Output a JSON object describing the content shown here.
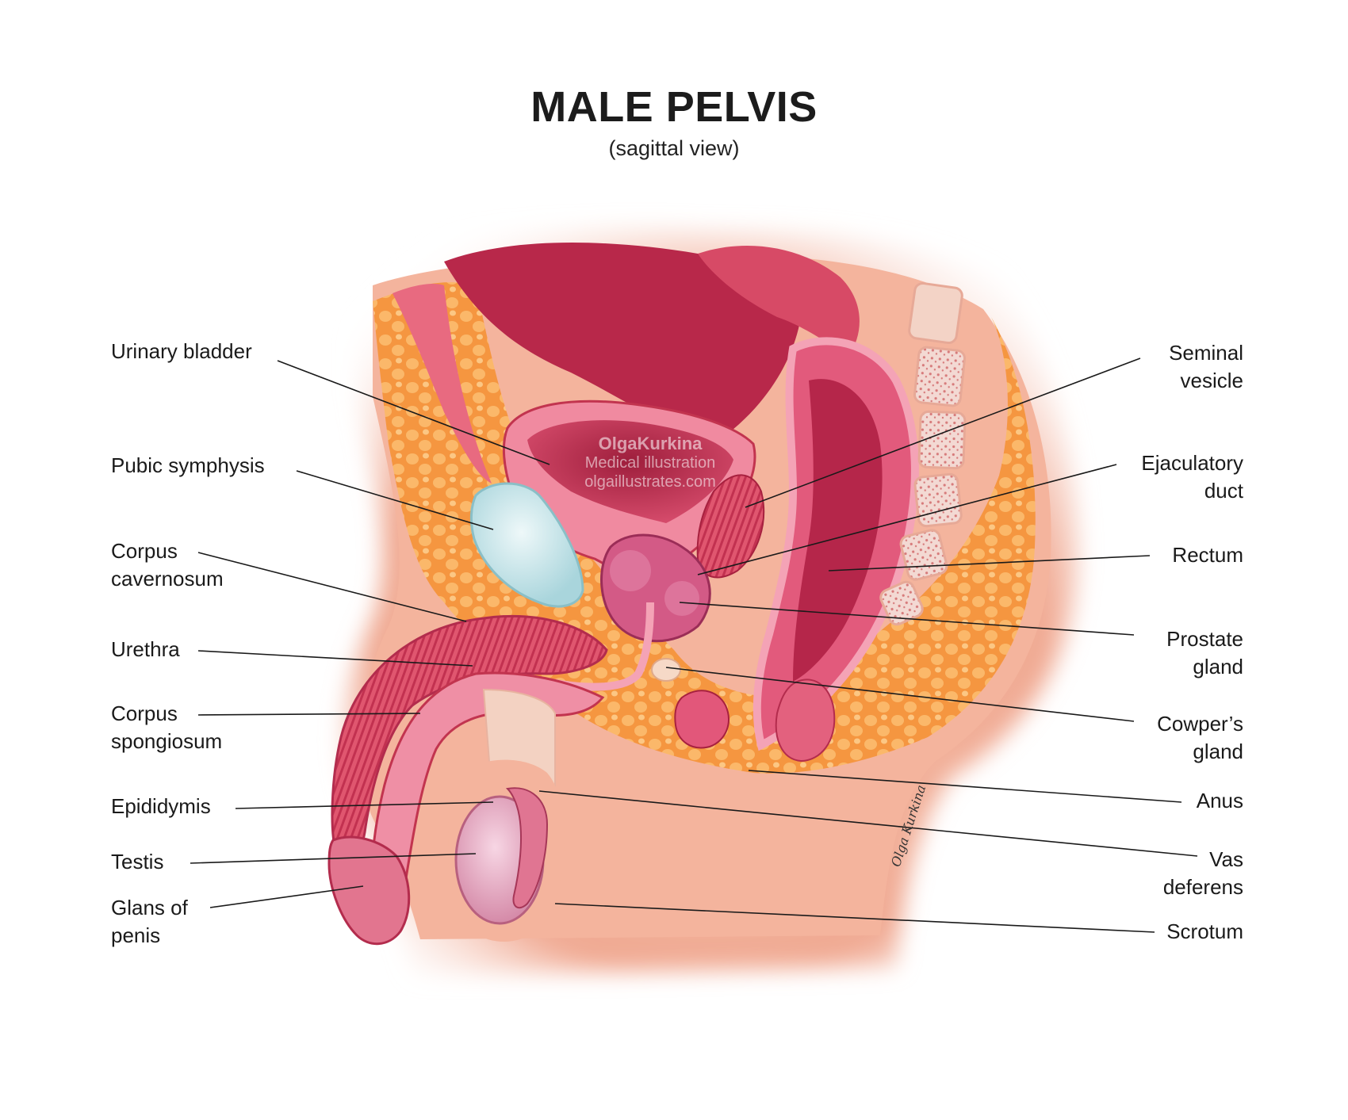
{
  "header": {
    "title": "MALE PELVIS",
    "subtitle": "(sagittal view)"
  },
  "watermark": {
    "name": "OlgaKurkina",
    "line2": "Medical illustration",
    "line3": "olgaillustrates.com"
  },
  "signature": "Olga Kurkina",
  "labels_left": [
    {
      "line1": "Urinary bladder",
      "line2": ""
    },
    {
      "line1": "Pubic symphysis",
      "line2": ""
    },
    {
      "line1": "Corpus",
      "line2": "cavernosum"
    },
    {
      "line1": "Urethra",
      "line2": ""
    },
    {
      "line1": "Corpus",
      "line2": "spongiosum"
    },
    {
      "line1": "Epididymis",
      "line2": ""
    },
    {
      "line1": "Testis",
      "line2": ""
    },
    {
      "line1": "Glans of",
      "line2": "penis"
    }
  ],
  "labels_right": [
    {
      "line1": "Seminal",
      "line2": "vesicle"
    },
    {
      "line1": "Ejaculatory",
      "line2": "duct"
    },
    {
      "line1": "Rectum",
      "line2": ""
    },
    {
      "line1": "Prostate",
      "line2": "gland"
    },
    {
      "line1": "Cowper’s",
      "line2": "gland"
    },
    {
      "line1": "Anus",
      "line2": ""
    },
    {
      "line1": "Vas",
      "line2": "deferens"
    },
    {
      "line1": "Scrotum",
      "line2": ""
    }
  ],
  "colors": {
    "skin": "#f3b9a3",
    "fat": "#f7a24a",
    "muscle": "#d94a6a",
    "mucosa": "#e25a7c",
    "bone": "#c7e6ea",
    "line": "#1a1a1a"
  }
}
